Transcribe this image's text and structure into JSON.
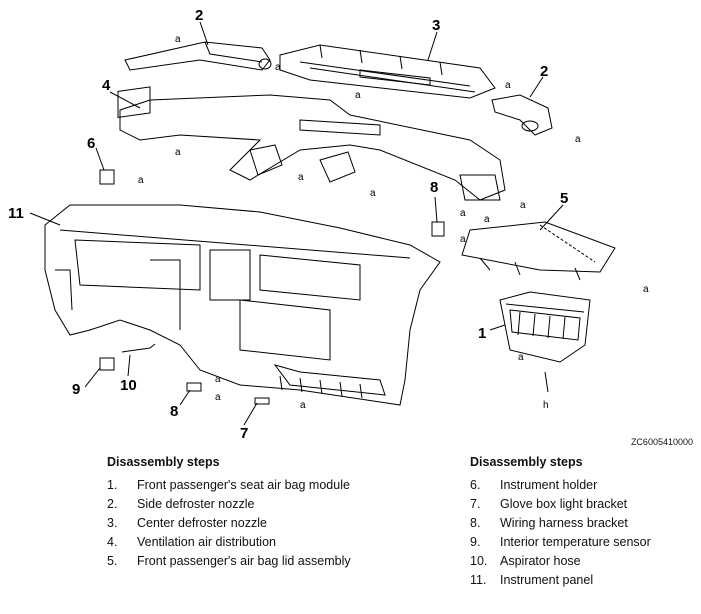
{
  "callouts": {
    "n1": "1",
    "n2a": "2",
    "n2b": "2",
    "n3": "3",
    "n4": "4",
    "n5": "5",
    "n6": "6",
    "n7": "7",
    "n8a": "8",
    "n8b": "8",
    "n9": "9",
    "n10": "10",
    "n11": "11",
    "a": "a",
    "h": "h"
  },
  "figure_code": "ZC6005410000",
  "steps_left": {
    "heading": "Disassembly steps",
    "items": [
      {
        "num": "1.",
        "text": "Front passenger's seat air bag module"
      },
      {
        "num": "2.",
        "text": "Side defroster nozzle"
      },
      {
        "num": "3.",
        "text": "Center defroster nozzle"
      },
      {
        "num": "4.",
        "text": "Ventilation air distribution"
      },
      {
        "num": "5.",
        "text": "Front passenger's air bag lid assembly"
      }
    ]
  },
  "steps_right": {
    "heading": "Disassembly steps",
    "items": [
      {
        "num": "6.",
        "text": "Instrument holder"
      },
      {
        "num": "7.",
        "text": "Glove box light bracket"
      },
      {
        "num": "8.",
        "text": "Wiring harness bracket"
      },
      {
        "num": "9.",
        "text": "Interior temperature sensor"
      },
      {
        "num": "10.",
        "text": "Aspirator hose"
      },
      {
        "num": "11.",
        "text": "Instrument panel"
      }
    ]
  }
}
